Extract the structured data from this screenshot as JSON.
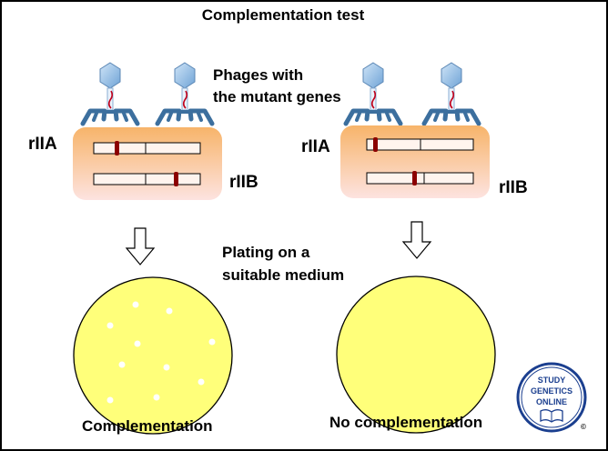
{
  "title": "Complementation test",
  "phage_caption_line1": "Phages with",
  "phage_caption_line2": "the mutant genes",
  "left_label_a": "rIIA",
  "left_label_b": "rIIB",
  "right_label_a": "rIIA",
  "right_label_b": "rIIB",
  "plating_line1": "Plating on a",
  "plating_line2": "suitable medium",
  "left_result": "Complementation",
  "right_result": "No complementation",
  "logo": {
    "line1": "STUDY",
    "line2": "GENETICS",
    "line3": "ONLINE",
    "mark": "©"
  },
  "colors": {
    "plate_fill": "#ffff7a",
    "mutation_mark": "#8b0000",
    "box_top": "#f7b46a",
    "box_bottom": "#fde3e0",
    "phage_head": "#86b8e4",
    "phage_legs": "#3c6f9e"
  },
  "icons": [
    "bacteriophage-icon",
    "down-arrow-icon",
    "book-icon"
  ]
}
